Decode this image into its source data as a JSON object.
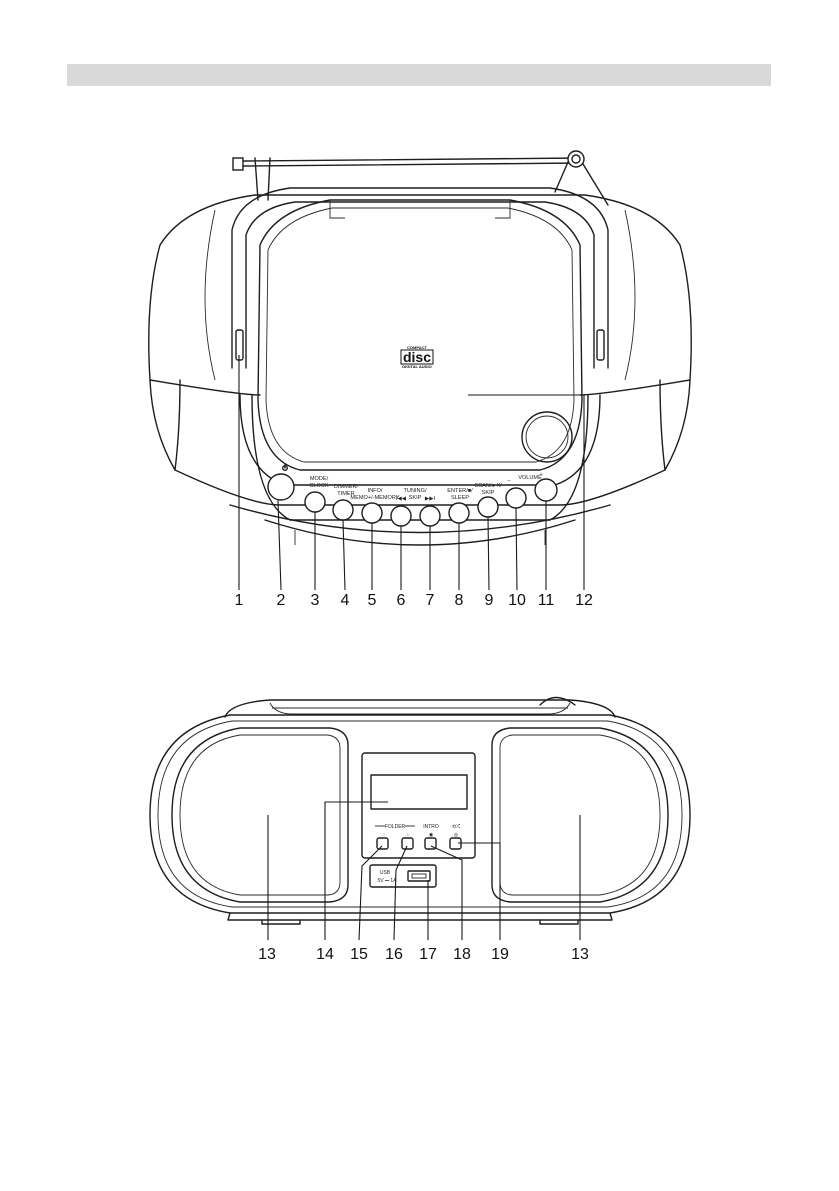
{
  "top_view": {
    "callouts": [
      "1",
      "2",
      "3",
      "4",
      "5",
      "6",
      "7",
      "8",
      "9",
      "10",
      "11",
      "12"
    ],
    "button_labels": {
      "mode": [
        "MODE/",
        "CLOCK"
      ],
      "dimmer": [
        "DIMMER/",
        "TIMER"
      ],
      "info": [
        "INFO/",
        "MEMO+/-MEMORY"
      ],
      "tuning": [
        "TUNING/",
        "SKIP"
      ],
      "enter": [
        "ENTER/■/",
        "SLEEP"
      ],
      "scan": [
        "SCAN/►II/",
        "SKIP"
      ],
      "volume": "VOLUME"
    },
    "logo": {
      "small_top": "COMPACT",
      "big": "disc",
      "small_bottom": "DIGITAL AUDIO"
    }
  },
  "front_view": {
    "callouts": [
      "13",
      "14",
      "15",
      "16",
      "17",
      "18",
      "19",
      "13"
    ],
    "panel_labels": {
      "folder": "FOLDER",
      "intro": "INTRO",
      "usb_line1": "USB",
      "usb_line2": "5V ⎓ 1A"
    }
  }
}
